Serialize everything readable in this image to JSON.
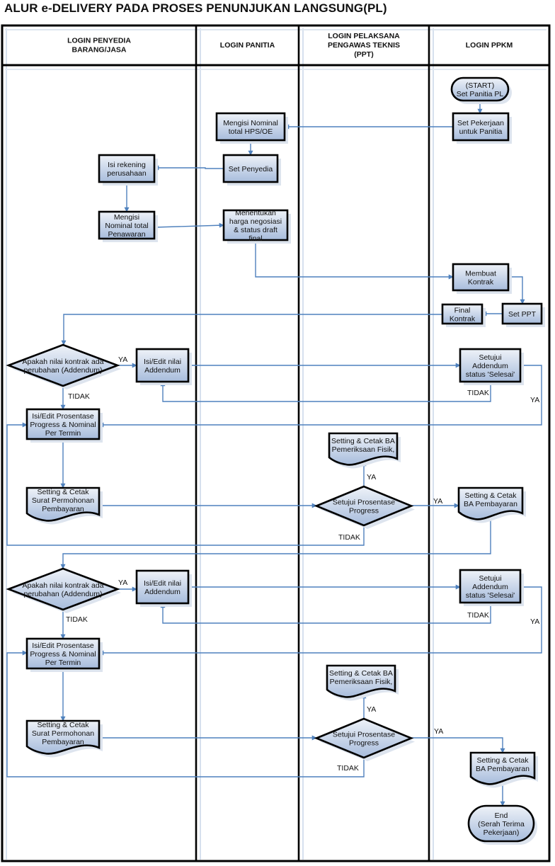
{
  "title": "ALUR e-DELIVERY PADA PROSES PENUNJUKAN LANGSUNG(PL)",
  "colors": {
    "edge": "#4f81bd",
    "node_fill_top": "#e9eef6",
    "node_fill_bottom": "#a9bedd",
    "border": "#000000"
  },
  "lanes": [
    {
      "id": "penyedia",
      "label": [
        "LOGIN PENYEDIA",
        "BARANG/JASA"
      ]
    },
    {
      "id": "panitia",
      "label": [
        "LOGIN PANITIA"
      ]
    },
    {
      "id": "ppt",
      "label": [
        "LOGIN PELAKSANA",
        "PENGAWAS TEKNIS",
        "(PPT)"
      ]
    },
    {
      "id": "ppkm",
      "label": [
        "LOGIN PPKM"
      ]
    }
  ],
  "nodes": [
    {
      "id": "start",
      "type": "terminator",
      "lines": [
        "(START)",
        "Set Panitia PL"
      ]
    },
    {
      "id": "set-pekerjaan",
      "type": "process",
      "lines": [
        "Set Pekerjaan",
        "untuk Panitia"
      ]
    },
    {
      "id": "mengisi-hps",
      "type": "process",
      "lines": [
        "Mengisi Nominal",
        "total HPS/OE"
      ]
    },
    {
      "id": "set-penyedia",
      "type": "process",
      "lines": [
        "Set Penyedia"
      ]
    },
    {
      "id": "isi-rekening",
      "type": "process",
      "lines": [
        "Isi rekening",
        "perusahaan"
      ]
    },
    {
      "id": "mengisi-penawaran",
      "type": "process",
      "lines": [
        "Mengisi",
        "Nominal total",
        "Penawaran"
      ]
    },
    {
      "id": "menentukan-harga",
      "type": "process",
      "lines": [
        "Menentukan",
        "harga negosiasi",
        "& status draft",
        "final"
      ]
    },
    {
      "id": "membuat-kontrak",
      "type": "process",
      "lines": [
        "Membuat",
        "Kontrak"
      ]
    },
    {
      "id": "set-ppt",
      "type": "process",
      "lines": [
        "Set PPT"
      ]
    },
    {
      "id": "final-kontrak",
      "type": "process",
      "lines": [
        "Final",
        "Kontrak"
      ]
    },
    {
      "id": "decision-addendum-1",
      "type": "decision",
      "lines": [
        "Apakah nilai kontrak ada",
        "perubahan (Addendum)"
      ]
    },
    {
      "id": "edit-addendum-1",
      "type": "process",
      "lines": [
        "Isi/Edit nilai",
        "Addendum"
      ]
    },
    {
      "id": "setujui-addendum-1",
      "type": "process",
      "lines": [
        "Setujui",
        "Addendum",
        "status 'Selesai'"
      ]
    },
    {
      "id": "edit-progress-1",
      "type": "process",
      "lines": [
        "Isi/Edit Prosentase",
        "Progress & Nominal",
        "Per Termin"
      ]
    },
    {
      "id": "ba-fisik-1",
      "type": "document",
      "lines": [
        "Setting & Cetak BA",
        "Pemeriksaan Fisik,"
      ]
    },
    {
      "id": "surat-permohonan-1",
      "type": "document",
      "lines": [
        "Setting & Cetak",
        "Surat Permohonan",
        "Pembayaran"
      ]
    },
    {
      "id": "setujui-progress-1",
      "type": "decision",
      "lines": [
        "Setujui Prosentase",
        "Progress"
      ]
    },
    {
      "id": "ba-pembayaran-1",
      "type": "document",
      "lines": [
        "Setting & Cetak",
        "BA Pembayaran"
      ]
    },
    {
      "id": "decision-addendum-2",
      "type": "decision",
      "lines": [
        "Apakah nilai kontrak ada",
        "perubahan (Addendum)"
      ]
    },
    {
      "id": "edit-addendum-2",
      "type": "process",
      "lines": [
        "Isi/Edit nilai",
        "Addendum"
      ]
    },
    {
      "id": "setujui-addendum-2",
      "type": "process",
      "lines": [
        "Setujui",
        "Addendum",
        "status 'Selesai'"
      ]
    },
    {
      "id": "edit-progress-2",
      "type": "process",
      "lines": [
        "Isi/Edit Prosentase",
        "Progress & Nominal",
        "Per Termin"
      ]
    },
    {
      "id": "ba-fisik-2",
      "type": "document",
      "lines": [
        "Setting & Cetak BA",
        "Pemeriksaan Fisik,"
      ]
    },
    {
      "id": "surat-permohonan-2",
      "type": "document",
      "lines": [
        "Setting & Cetak",
        "Surat Permohonan",
        "Pembayaran"
      ]
    },
    {
      "id": "setujui-progress-2",
      "type": "decision",
      "lines": [
        "Setujui Prosentase",
        "Progress"
      ]
    },
    {
      "id": "ba-pembayaran-2",
      "type": "document",
      "lines": [
        "Setting & Cetak",
        "BA Pembayaran"
      ]
    },
    {
      "id": "end",
      "type": "terminator",
      "lines": [
        "End",
        "(Serah Terima",
        "Pekerjaan)"
      ]
    }
  ],
  "edge_labels": {
    "ya": "YA",
    "tidak": "TIDAK"
  }
}
